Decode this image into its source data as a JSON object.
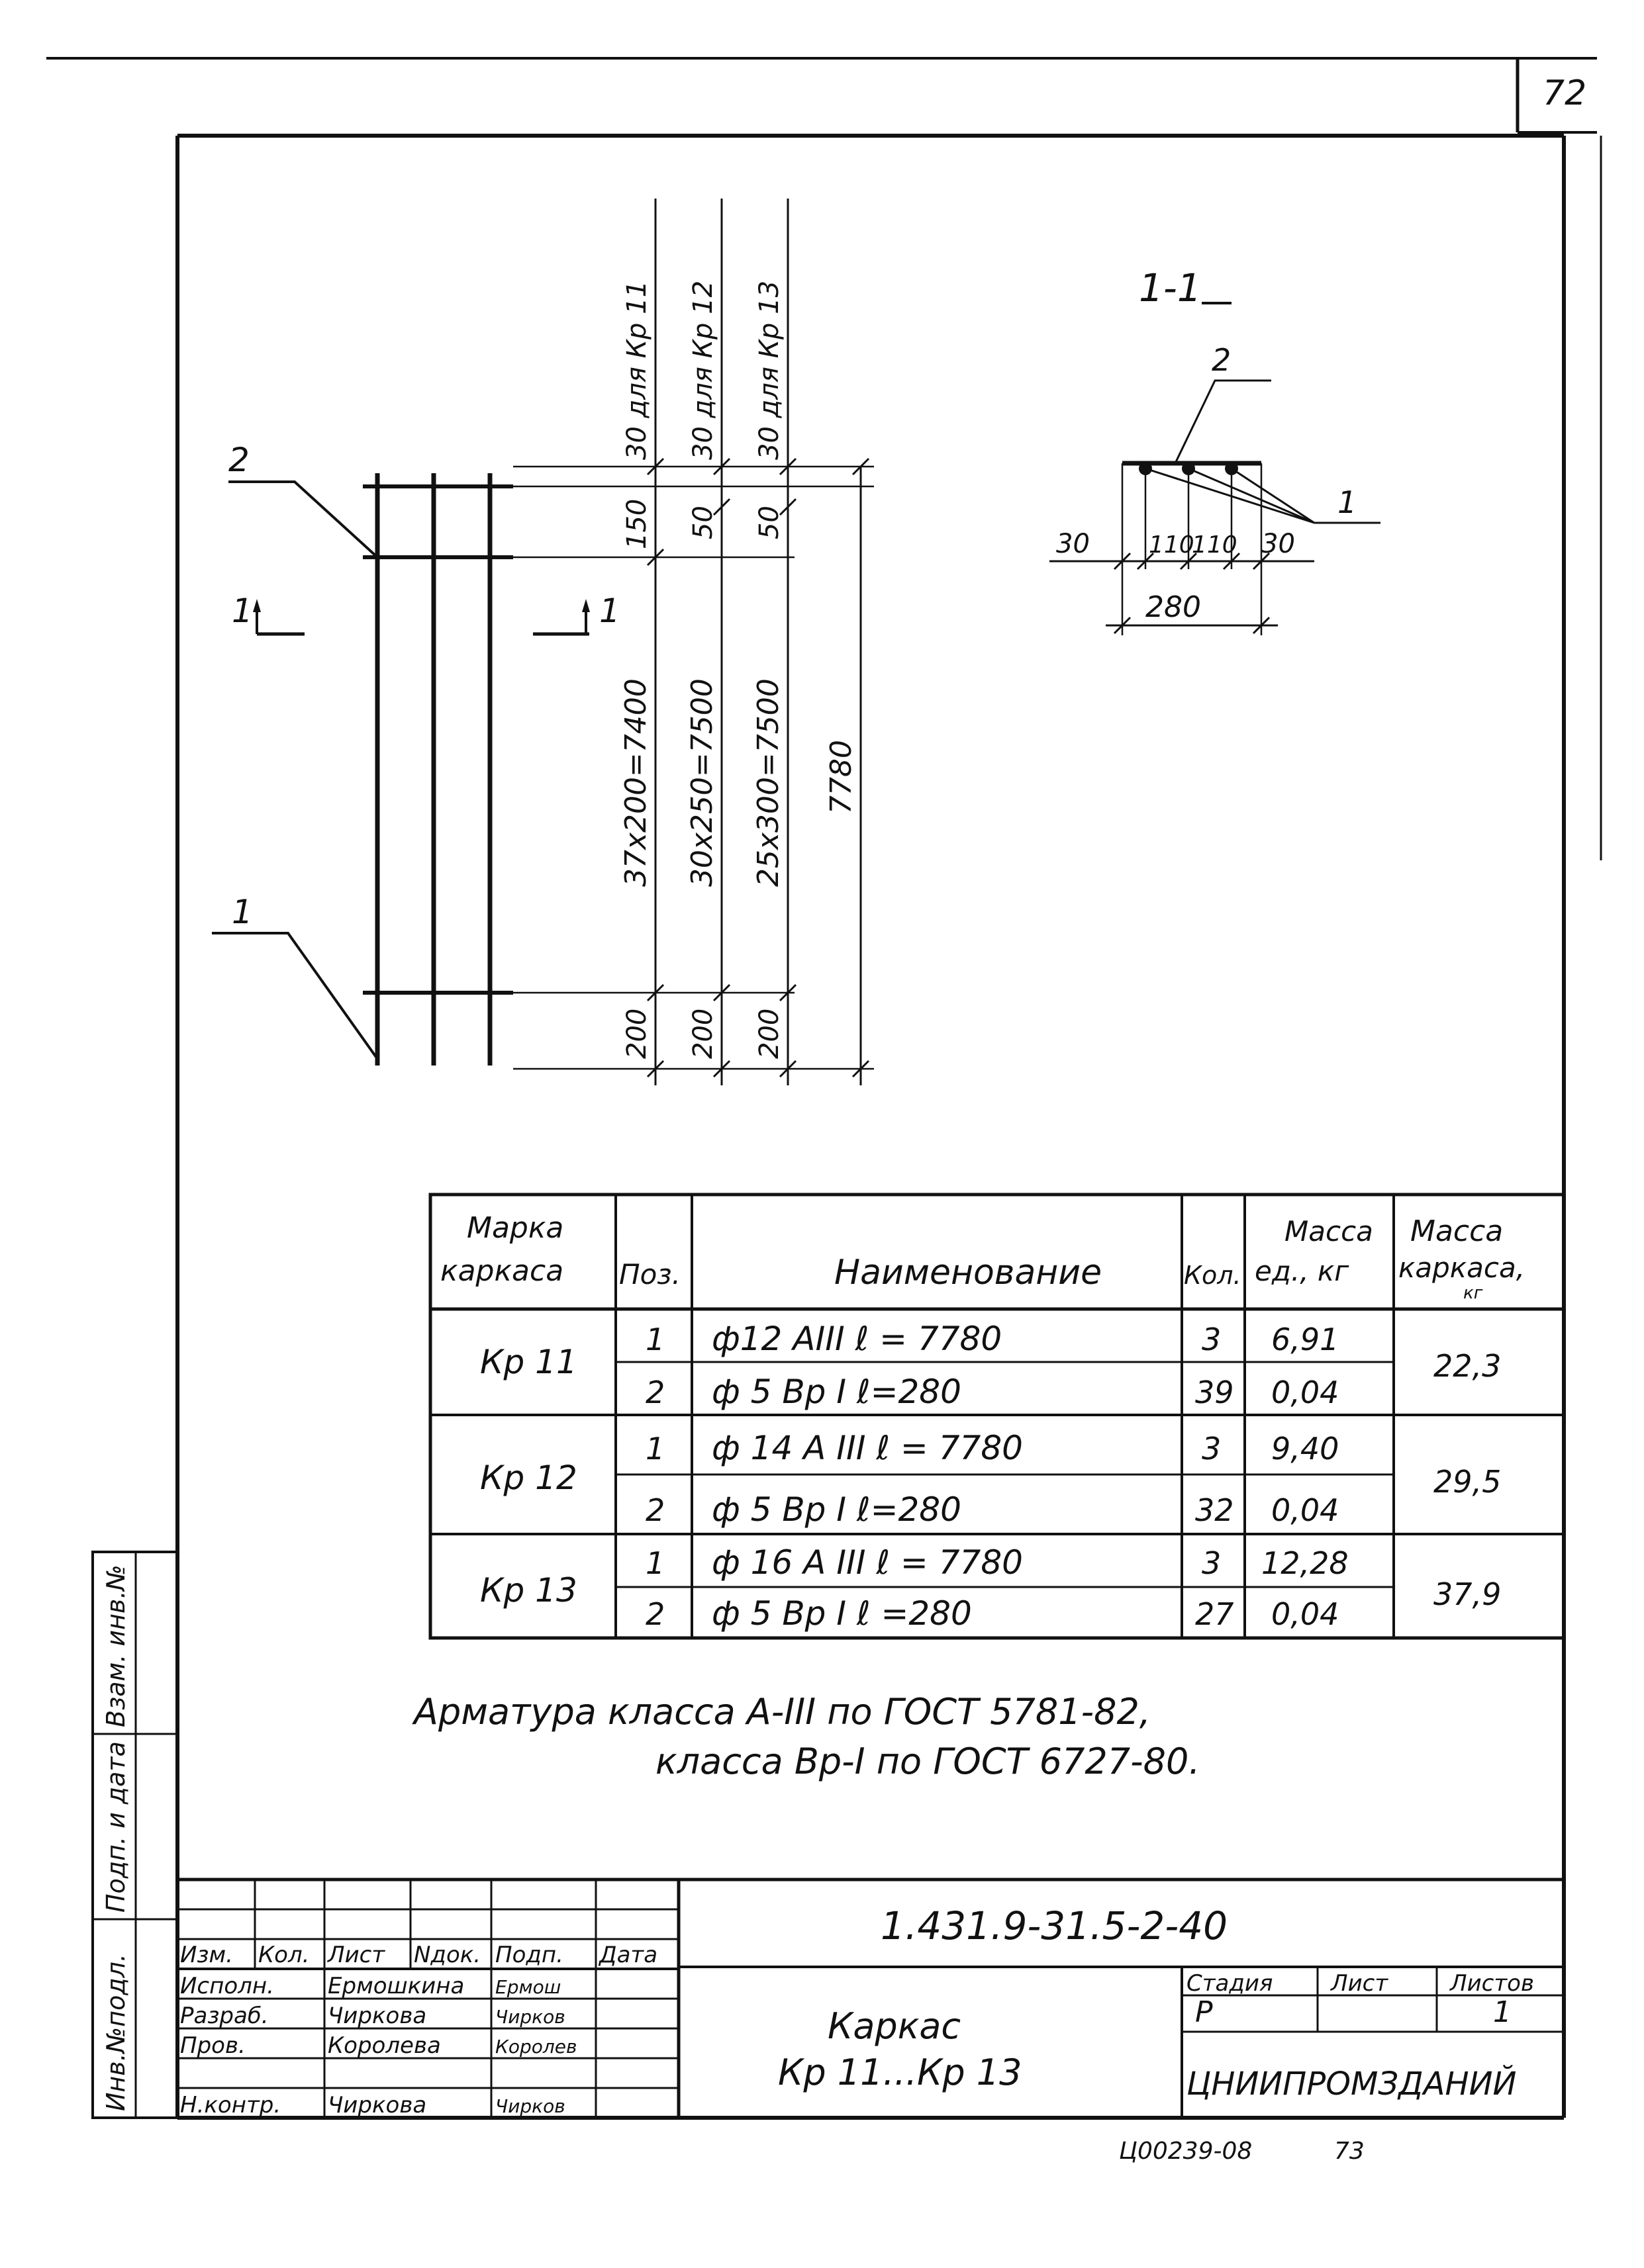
{
  "sheet_number": "72",
  "footer_code": "Ц00239-08",
  "footer_page": "73",
  "drawing": {
    "callout_2": "2",
    "callout_1": "1",
    "cut_mark_left": "1",
    "cut_mark_right": "1",
    "dim_top_a": "30 для Кр 11",
    "dim_top_b": "30 для Кр 12",
    "dim_top_c": "30 для Кр 13",
    "dim_150": "150",
    "dim_50_b": "50",
    "dim_50_c": "50",
    "dim_mid_a": "37х200=7400",
    "dim_mid_b": "30х250=7500",
    "dim_mid_c": "25х300=7500",
    "dim_total": "7780",
    "dim_bot_a": "200",
    "dim_bot_b": "200",
    "dim_bot_c": "200"
  },
  "section": {
    "title": "1-1",
    "callout_2": "2",
    "callout_1": "1",
    "dim_30_left": "30",
    "dim_110_a": "110",
    "dim_110_b": "110",
    "dim_30_right": "30",
    "dim_280": "280"
  },
  "spec_table": {
    "headers": {
      "mark": [
        "Марка",
        "каркаса"
      ],
      "pos": "Поз.",
      "name": "Наименование",
      "qty": "Кол.",
      "unit_mass": [
        "Масса",
        "ед., кг"
      ],
      "frame_mass": [
        "Масса",
        "каркаса,",
        "кг"
      ]
    },
    "groups": [
      {
        "mark": "Кр 11",
        "frame_mass": "22,3",
        "rows": [
          {
            "pos": "1",
            "name": "ф12 АIII  ℓ = 7780",
            "qty": "3",
            "unit_mass": "6,91"
          },
          {
            "pos": "2",
            "name": "ф 5 Вр I  ℓ=280",
            "qty": "39",
            "unit_mass": "0,04"
          }
        ]
      },
      {
        "mark": "Кр 12",
        "frame_mass": "29,5",
        "rows": [
          {
            "pos": "1",
            "name": "ф 14 А III  ℓ = 7780",
            "qty": "3",
            "unit_mass": "9,40"
          },
          {
            "pos": "2",
            "name": "ф 5 Вр I  ℓ=280",
            "qty": "32",
            "unit_mass": "0,04"
          }
        ]
      },
      {
        "mark": "Кр 13",
        "frame_mass": "37,9",
        "rows": [
          {
            "pos": "1",
            "name": "ф 16 А III  ℓ = 7780",
            "qty": "3",
            "unit_mass": "12,28"
          },
          {
            "pos": "2",
            "name": "ф 5 Вр I  ℓ =280",
            "qty": "27",
            "unit_mass": "0,04"
          }
        ]
      }
    ]
  },
  "notes": {
    "line1": "Арматура  класса А-III по ГОСТ 5781-82,",
    "line2": "класса Вр-I по ГОСТ 6727-80."
  },
  "side_stamp": {
    "inv_orig": "Инв.№подл.",
    "sign_date": "Подп. и дата",
    "swap_inv": "Взам. инв.№"
  },
  "title_block": {
    "doc_code": "1.431.9-31.5-2-40",
    "col_headers": [
      "Изм.",
      "Кол.",
      "Лист",
      "Nдок.",
      "Подп.",
      "Дата"
    ],
    "people": [
      {
        "role": "Исполн.",
        "name": "Ермошкина",
        "sign": "Ермош"
      },
      {
        "role": "Разраб.",
        "name": "Чиркова",
        "sign": "Чирков"
      },
      {
        "role": "Пров.",
        "name": "Королева",
        "sign": "Королев"
      },
      {
        "role": "Н.контр.",
        "name": "Чиркова",
        "sign": "Чирков"
      }
    ],
    "title_line1": "Каркас",
    "title_line2": "Кр 11...Кр 13",
    "stage_label": "Стадия",
    "sheet_label": "Лист",
    "sheets_label": "Листов",
    "stage_value": "Р",
    "sheets_value": "1",
    "organization": "ЦНИИПРОМЗДАНИЙ"
  }
}
